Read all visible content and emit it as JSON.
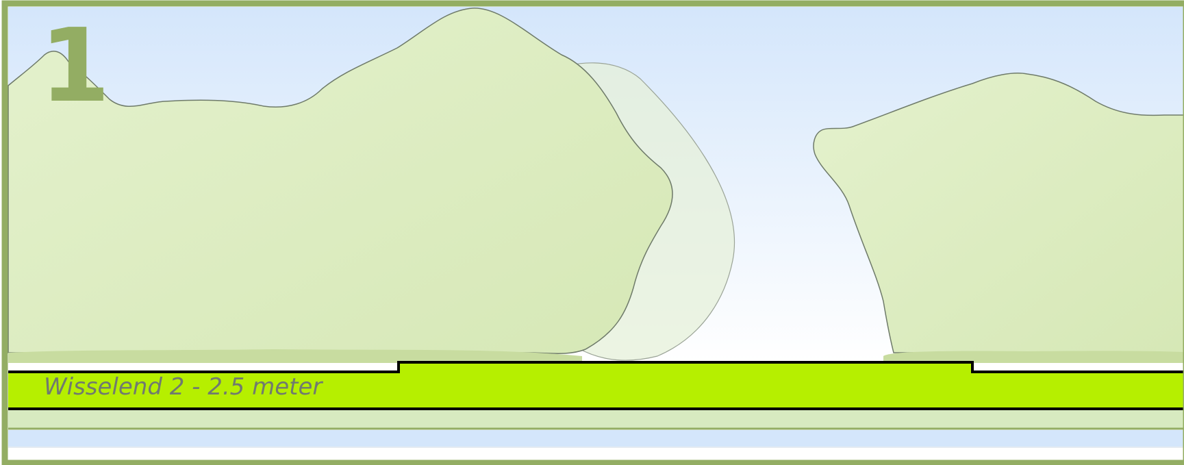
{
  "panel": {
    "number": "1",
    "hedge_label": "Wisselend 2 - 2.5 meter"
  },
  "colors": {
    "frame": "#93ad63",
    "sky_top": "#d4e6fb",
    "sky_bottom": "#ffffff",
    "shrub_fill": "#dfeec6",
    "shrub_stroke": "#6e7a69",
    "hedge": "#b6ef00",
    "hedge_outline": "#000000",
    "ground_strip": "#c8dca0",
    "water": "#d4e6fb"
  },
  "icons": [
    "shrub-left",
    "shrub-ghost",
    "shrub-right"
  ]
}
